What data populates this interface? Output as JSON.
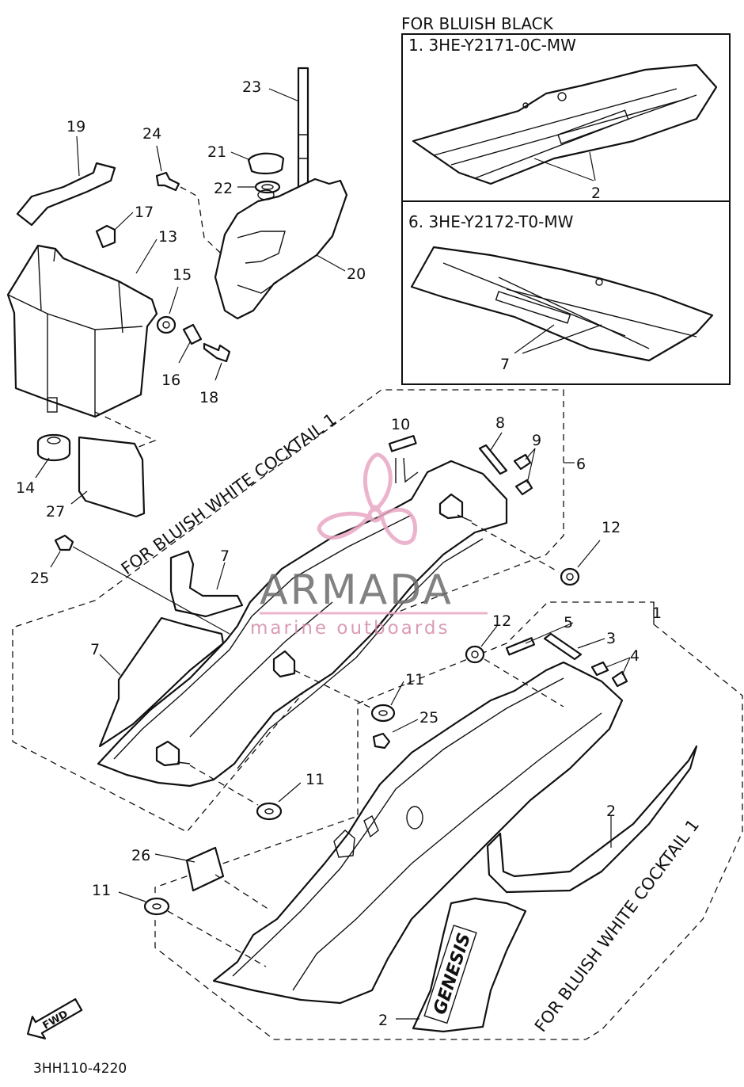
{
  "diagram": {
    "callouts": {
      "p1": "1",
      "p2a": "2",
      "p2b": "2",
      "p2c": "2",
      "p3": "3",
      "p4": "4",
      "p5": "5",
      "p6": "6",
      "p7a": "7",
      "p7b": "7",
      "p7c": "7",
      "p8": "8",
      "p9": "9",
      "p10": "10",
      "p11a": "11",
      "p11b": "11",
      "p11c": "11",
      "p12a": "12",
      "p12b": "12",
      "p13": "13",
      "p14": "14",
      "p15": "15",
      "p16": "16",
      "p17": "17",
      "p18": "18",
      "p19": "19",
      "p20": "20",
      "p21": "21",
      "p22": "22",
      "p23": "23",
      "p24": "24",
      "p25a": "25",
      "p25b": "25",
      "p26": "26",
      "p27": "27"
    },
    "inset": {
      "header": "FOR BLUISH BLACK",
      "top_part": "1. 3HE-Y2171-0C-MW",
      "bottom_part": "6. 3HE-Y2172-T0-MW"
    },
    "group_labels": {
      "upper": "FOR BLUISH WHITE COCKTAIL 1",
      "lower": "FOR BLUISH WHITE COCKTAIL 1"
    },
    "fwd_label": "FWD",
    "decal_text": "GENESIS",
    "drawing_number": "3HH110-4220",
    "watermark": {
      "title": "ARMADA",
      "subtitle": "marine outboards",
      "accent_color": "#e9a7c4",
      "text_color": "#6c6c6c"
    }
  }
}
